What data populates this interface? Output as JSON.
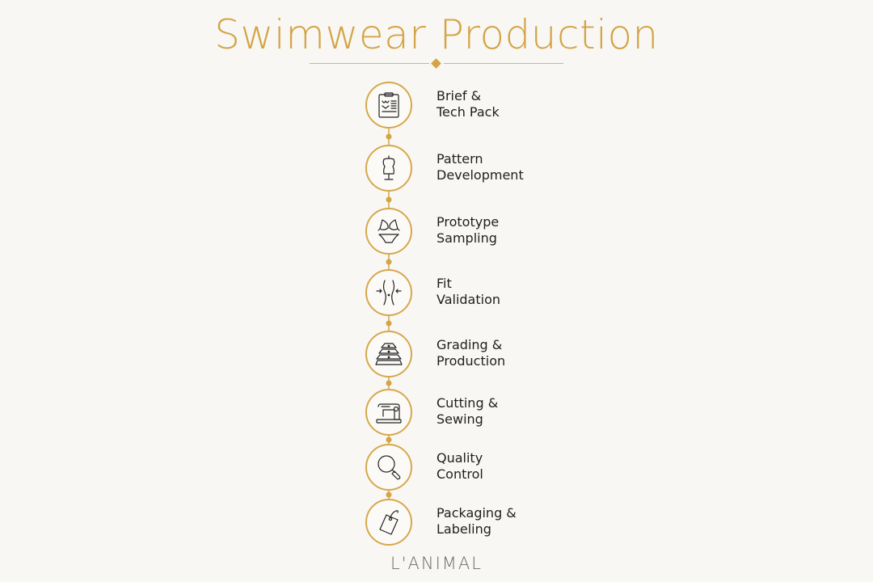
{
  "header": {
    "title": "Swimwear Production"
  },
  "colors": {
    "accent": "#d4a445",
    "text": "#1f1f1f",
    "background": "#f8f7f4"
  },
  "steps": [
    {
      "line1": "Brief &",
      "line2": "Tech Pack",
      "icon": "clipboard-sketch-icon"
    },
    {
      "line1": "Pattern",
      "line2": "Development",
      "icon": "dress-form-icon"
    },
    {
      "line1": "Prototype",
      "line2": "Sampling",
      "icon": "bikini-icon"
    },
    {
      "line1": "Fit",
      "line2": "Validation",
      "icon": "body-fit-icon"
    },
    {
      "line1": "Grading &",
      "line2": "Production",
      "icon": "stacked-patterns-icon"
    },
    {
      "line1": "Cutting &",
      "line2": "Sewing",
      "icon": "sewing-machine-icon"
    },
    {
      "line1": "Quality",
      "line2": "Control",
      "icon": "magnifier-icon"
    },
    {
      "line1": "Packaging &",
      "line2": "Labeling",
      "icon": "hang-tag-icon"
    }
  ],
  "footer": {
    "brand": "L'ANIMAL"
  }
}
